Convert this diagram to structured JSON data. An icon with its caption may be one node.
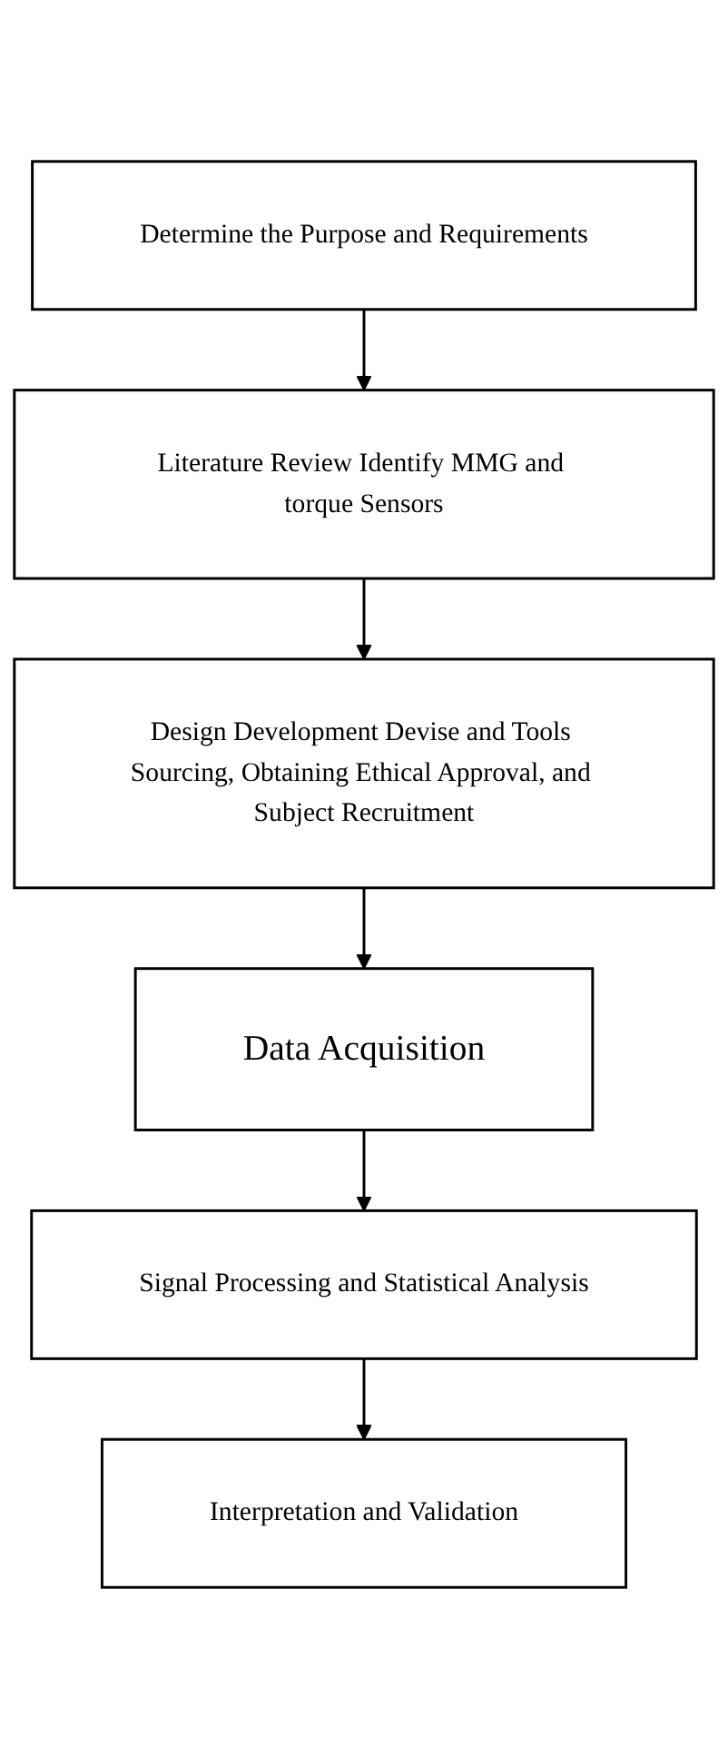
{
  "diagram": {
    "nodes": [
      {
        "text": [
          "Determine the Purpose and Requirements"
        ]
      },
      {
        "text": [
          "Literature Review Identify MMG and torque Sensors"
        ]
      },
      {
        "text": [
          "Design Development Devise and Tools Sourcing, Obtaining Ethical Approval, and Subject Recruitment"
        ]
      },
      {
        "text": [
          "Data Acquisition"
        ]
      },
      {
        "text": [
          "Signal Processing and Statistical Analysis"
        ]
      },
      {
        "text": [
          "Interpretation and Validation"
        ]
      }
    ],
    "edges": [
      {
        "from": 0,
        "to": 1,
        "arrow": "to"
      },
      {
        "from": 1,
        "to": 2,
        "arrow": "to"
      },
      {
        "from": 2,
        "to": 3,
        "arrow": "to"
      },
      {
        "from": 3,
        "to": 4,
        "arrow": "to"
      },
      {
        "from": 4,
        "to": 5,
        "arrow": "to"
      }
    ]
  }
}
